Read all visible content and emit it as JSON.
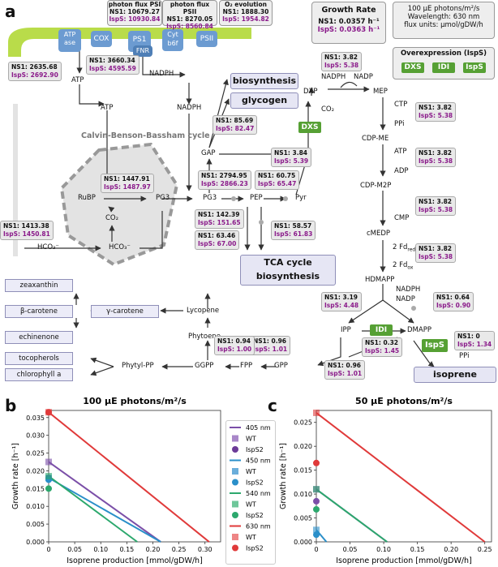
{
  "panels": {
    "a": "a",
    "b": "b",
    "c": "c"
  },
  "top_info": {
    "psi": {
      "title": "photon flux PSI",
      "ns1": "NS1: 10679.27",
      "isps": "IspS: 10930.84"
    },
    "psii": {
      "title": "photon flux PSII",
      "ns1": "NS1: 8270.05",
      "isps": "IspS: 8560.84"
    },
    "o2": {
      "title": "O₂ evolution",
      "ns1": "NS1: 1888.30",
      "isps": "IspS: 1954.82"
    },
    "growth": {
      "title": "Growth Rate",
      "ns1": "NS1: 0.0357 h⁻¹",
      "isps": "IspS: 0.0363 h⁻¹"
    },
    "conditions": {
      "line1": "100 μE photons/m²/s",
      "line2": "Wavelength: 630 nm",
      "line3": "flux units: μmol/gDW/h"
    },
    "overexpression": {
      "title": "Overexpression (IspS)",
      "dxs": "DXS",
      "idi": "IDI",
      "isps": "IspS"
    }
  },
  "membrane": {
    "atpase": "ATP ase",
    "cox": "COX",
    "ps1": "PS1",
    "fnr": "FNR",
    "cytb6f": "Cyt b6f",
    "psii": "PSII"
  },
  "cycle_label": "Calvin-Benson-Bassham cycle",
  "metabolites": {
    "atp1": "ATP",
    "atp2": "ATP",
    "nadph1": "NADPH",
    "nadph2": "NADPH",
    "nadph3": "NADPH",
    "nadp": "NADP",
    "gap": "GAP",
    "rubp": "RuBP",
    "pg3a": "PG3",
    "pg3b": "PG3",
    "pep": "PEP",
    "pyr": "Pyr",
    "co2a": "CO₂",
    "co2b": "CO₂",
    "hco3a": "HCO₃⁻",
    "hco3b": "HCO₃⁻",
    "dxp": "DXP",
    "mep": "MEP",
    "ctp": "CTP",
    "ppi1": "PPi",
    "cdpme": "CDP-ME",
    "atp3": "ATP",
    "adp": "ADP",
    "cdpm2p": "CDP-M2P",
    "cmp": "CMP",
    "mecpp": "cMEDP",
    "fdred": "2 Fd",
    "fdred_sub": "red",
    "fdox": "2 Fd",
    "fdox_sub": "ox",
    "hmbpp": "HDMAPP",
    "nadph4": "NADPH",
    "nadp2": "NADP",
    "ipp": "IPP",
    "dmapp": "DMAPP",
    "ppi2": "PPi",
    "gpp": "GPP",
    "fpp": "FPP",
    "ggpp": "GGPP",
    "phytylpp": "Phytyl-PP",
    "phytoene": "Phytoene",
    "lycopene": "Lycopene"
  },
  "boxes": {
    "biosynthesis": "biosynthesis",
    "glycogen": "glycogen",
    "tca1": "TCA cycle",
    "tca2": "biosynthesis",
    "isoprene": "isoprene"
  },
  "pigments": {
    "zeaxanthin": "zeaxanthin",
    "bcarotene": "β-carotene",
    "gcarotene": "γ-carotene",
    "echinenone": "echinenone",
    "tocopherols": "tocopherols",
    "chlorophyll": "chlorophyll a"
  },
  "enzymes": {
    "dxs": "DXS",
    "idi": "IDI",
    "isps": "IspS"
  },
  "fluxes": [
    {
      "id": "atp",
      "ns1": "NS1: 2635.68",
      "isps": "IspS: 2692.90"
    },
    {
      "id": "fnr",
      "ns1": "NS1: 3660.34",
      "isps": "IspS: 4595.59"
    },
    {
      "id": "glyc",
      "ns1": "NS1: 85.69",
      "isps": "IspS: 82.47"
    },
    {
      "id": "rubisco",
      "ns1": "NS1: 1447.91",
      "isps": "IspS: 1487.97"
    },
    {
      "id": "hco3",
      "ns1": "NS1: 1413.38",
      "isps": "IspS: 1450.81"
    },
    {
      "id": "pgk",
      "ns1": "NS1: 2794.95",
      "isps": "IspS: 2866.23"
    },
    {
      "id": "pyk",
      "ns1": "NS1: 60.75",
      "isps": "IspS: 65.47"
    },
    {
      "id": "dxs",
      "ns1": "NS1: 3.84",
      "isps": "IspS: 5.39"
    },
    {
      "id": "eno",
      "ns1": "NS1: 142.39",
      "isps": "IspS: 151.65"
    },
    {
      "id": "pep_out",
      "ns1": "NS1: 63.46",
      "isps": "IspS: 67.00"
    },
    {
      "id": "pyr_out",
      "ns1": "NS1: 58.57",
      "isps": "IspS: 61.83"
    },
    {
      "id": "dxr",
      "ns1": "NS1: 3.82",
      "isps": "IspS: 5.38"
    },
    {
      "id": "ispd",
      "ns1": "NS1: 3.82",
      "isps": "IspS: 5.38"
    },
    {
      "id": "ispe",
      "ns1": "NS1: 3.82",
      "isps": "IspS: 5.38"
    },
    {
      "id": "ispf",
      "ns1": "NS1: 3.82",
      "isps": "IspS: 5.38"
    },
    {
      "id": "ispg",
      "ns1": "NS1: 3.82",
      "isps": "IspS: 5.38"
    },
    {
      "id": "isph_ipp",
      "ns1": "NS1: 3.19",
      "isps": "IspS: 4.48"
    },
    {
      "id": "isph_dmapp",
      "ns1": "NS1: 0.64",
      "isps": "IspS: 0.90"
    },
    {
      "id": "idi",
      "ns1": "NS1: 0.32",
      "isps": "IspS: 1.45"
    },
    {
      "id": "isps_flux",
      "ns1": "NS1: 0",
      "isps": "IspS: 1.34"
    },
    {
      "id": "fpp",
      "ns1": "NS1: 0.96",
      "isps": "IspS: 1.01"
    },
    {
      "id": "ggpp",
      "ns1": "NS1: 0.94",
      "isps": "IspS: 1.00"
    },
    {
      "id": "gpp",
      "ns1": "NS1: 0.96",
      "isps": "IspS: 1.01"
    }
  ],
  "legend": {
    "entries": [
      {
        "label": "405 nm",
        "color": "#7b4fa8"
      },
      {
        "label": "WT",
        "color": "#a987c9"
      },
      {
        "label": "IspS2",
        "color": "#6c3b98"
      },
      {
        "label": "450 nm",
        "color": "#2a8fc9"
      },
      {
        "label": "WT",
        "color": "#6aaedb"
      },
      {
        "label": "IspS2",
        "color": "#2a8fc9"
      },
      {
        "label": "540 nm",
        "color": "#2ca86d"
      },
      {
        "label": "WT",
        "color": "#6fc79a"
      },
      {
        "label": "IspS2",
        "color": "#2ca86d"
      },
      {
        "label": "630 nm",
        "color": "#e03a3a"
      },
      {
        "label": "WT",
        "color": "#ee8585"
      },
      {
        "label": "IspS2",
        "color": "#e03a3a"
      }
    ]
  },
  "chart_data": [
    {
      "type": "line",
      "title": "100 μE photons/m²/s",
      "xlabel": "Isoprene production [mmol/gDW/h]",
      "ylabel": "Growth rate [h⁻¹]",
      "xlim": [
        0,
        0.33
      ],
      "ylim": [
        0,
        0.037
      ],
      "xticks": [
        "0",
        "0.05",
        "0.10",
        "0.15",
        "0.20",
        "0.25",
        "0.30"
      ],
      "yticks": [
        "0.000",
        "0.005",
        "0.010",
        "0.015",
        "0.020",
        "0.025",
        "0.030",
        "0.035"
      ],
      "series": [
        {
          "name": "405 nm",
          "color": "#7b4fa8",
          "line": [
            [
              0,
              0.0225
            ],
            [
              0.215,
              0
            ]
          ],
          "wt": [
            0,
            0.0225
          ],
          "isps2": [
            0,
            0.018
          ]
        },
        {
          "name": "450 nm",
          "color": "#2a8fc9",
          "line": [
            [
              0,
              0.018
            ],
            [
              0.215,
              0
            ]
          ],
          "wt": [
            0,
            0.018
          ],
          "isps2": [
            0,
            0.0175
          ]
        },
        {
          "name": "540 nm",
          "color": "#2ca86d",
          "line": [
            [
              0,
              0.0185
            ],
            [
              0.17,
              0
            ]
          ],
          "wt": [
            0,
            0.0185
          ],
          "isps2": [
            0,
            0.015
          ]
        },
        {
          "name": "630 nm",
          "color": "#e03a3a",
          "line": [
            [
              0,
              0.0365
            ],
            [
              0.308,
              0
            ]
          ],
          "wt": [
            0,
            0.0365
          ],
          "isps2": [
            0,
            0.0365
          ]
        }
      ]
    },
    {
      "type": "line",
      "title": "50 μE photons/m²/s",
      "xlabel": "Isoprene production [mmol/gDW/h]",
      "ylabel": "Growth rate [h⁻¹]",
      "xlim": [
        0,
        0.26
      ],
      "ylim": [
        0,
        0.0275
      ],
      "xticks": [
        "0",
        "0.05",
        "0.10",
        "0.15",
        "0.20",
        "0.25"
      ],
      "yticks": [
        "0.000",
        "0.005",
        "0.010",
        "0.015",
        "0.020",
        "0.025"
      ],
      "series": [
        {
          "name": "405 nm",
          "color": "#7b4fa8",
          "line": [
            [
              0,
              0.011
            ],
            [
              0.105,
              0
            ]
          ],
          "wt": [
            0,
            0.011
          ],
          "isps2": [
            0,
            0.0085
          ]
        },
        {
          "name": "450 nm",
          "color": "#2a8fc9",
          "line": [
            [
              0,
              0.0025
            ],
            [
              0.015,
              0
            ]
          ],
          "wt": [
            0,
            0.0025
          ],
          "isps2": [
            0,
            0.0015
          ]
        },
        {
          "name": "540 nm",
          "color": "#2ca86d",
          "line": [
            [
              0,
              0.011
            ],
            [
              0.105,
              0
            ]
          ],
          "wt": [
            0,
            0.011
          ],
          "isps2": [
            0,
            0.0068
          ]
        },
        {
          "name": "630 nm",
          "color": "#e03a3a",
          "line": [
            [
              0,
              0.027
            ],
            [
              0.25,
              0
            ]
          ],
          "wt": [
            0,
            0.027
          ],
          "isps2": [
            0,
            0.0165
          ]
        }
      ]
    }
  ]
}
